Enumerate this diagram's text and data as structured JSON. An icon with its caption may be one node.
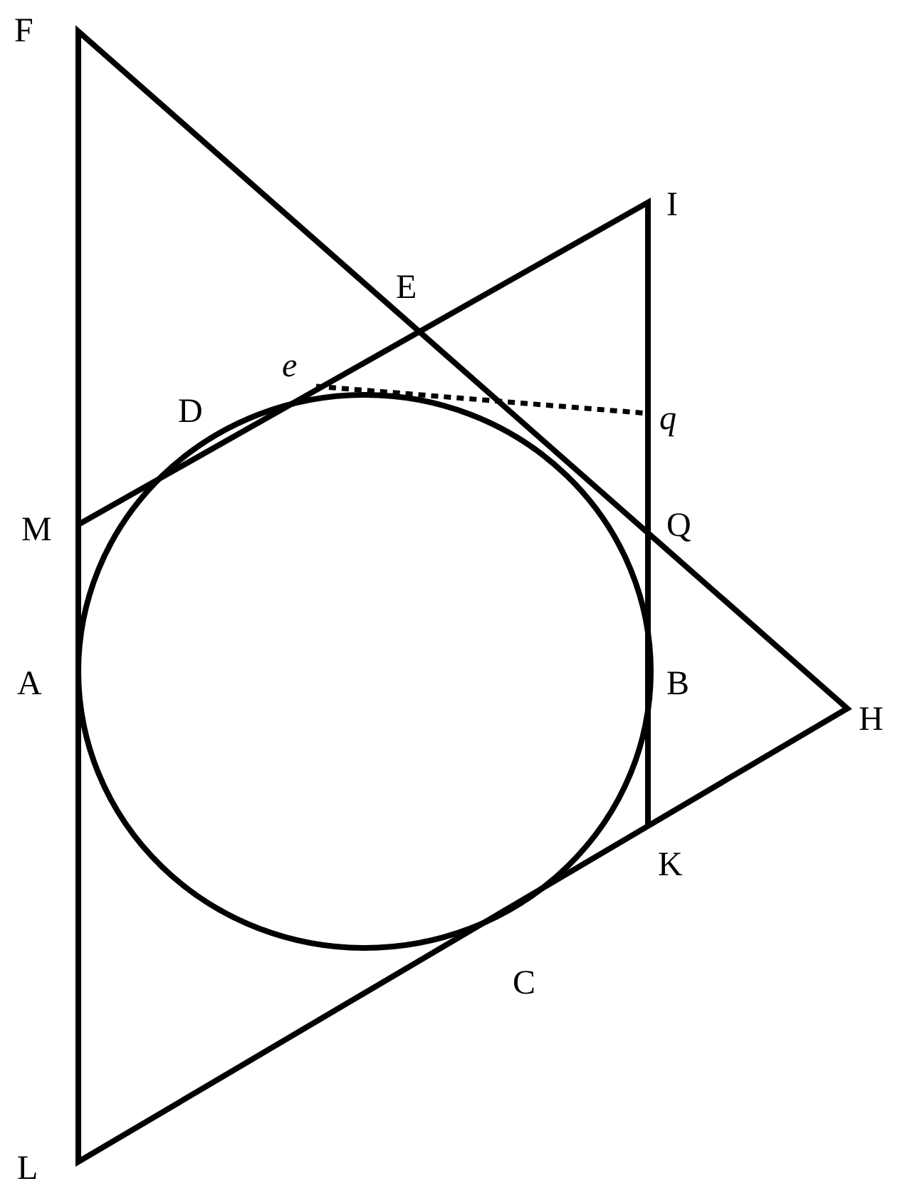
{
  "diagram": {
    "labels": [
      "F",
      "I",
      "E",
      "e",
      "D",
      "q",
      "M",
      "Q",
      "A",
      "B",
      "H",
      "K",
      "C",
      "L"
    ]
  }
}
